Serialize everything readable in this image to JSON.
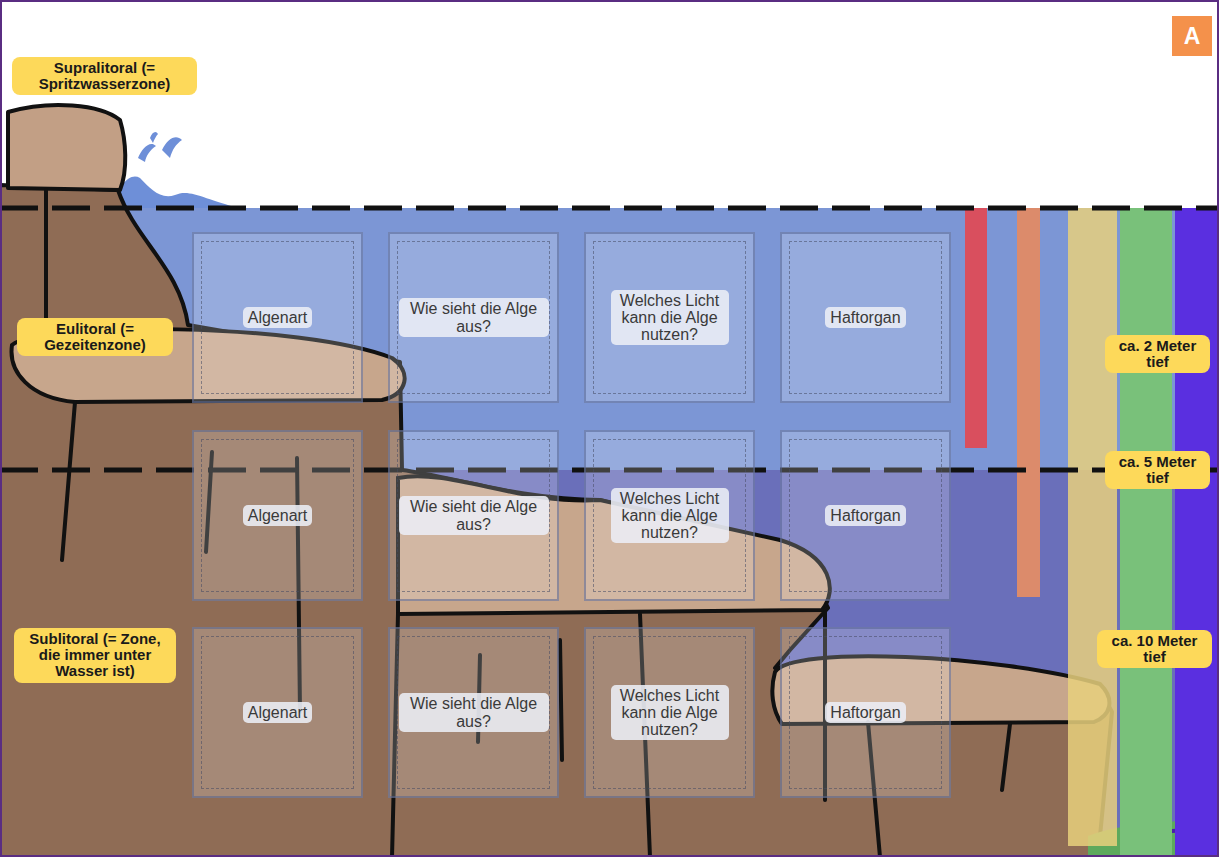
{
  "diagram": {
    "nodes": [
      {
        "text": [
          "Algenart"
        ]
      },
      {
        "text": [
          "Wie sieht die Alge aus?"
        ]
      },
      {
        "text": [
          "Welches Licht kann die Alge nutzen?"
        ]
      },
      {
        "text": [
          "Haftorgan"
        ]
      },
      {
        "text": [
          "Algenart"
        ]
      },
      {
        "text": [
          "Wie sieht die Alge aus?"
        ]
      },
      {
        "text": [
          "Welches Licht kann die Alge nutzen?"
        ]
      },
      {
        "text": [
          "Haftorgan"
        ]
      },
      {
        "text": [
          "Algenart"
        ]
      },
      {
        "text": [
          "Wie sieht die Alge aus?"
        ]
      },
      {
        "text": [
          "Welches Licht kann die Alge nutzen?"
        ]
      },
      {
        "text": [
          "Haftorgan"
        ]
      }
    ],
    "labels": [
      "A",
      "Supralitoral (= Spritzwasserzone)",
      "Eulitoral (= Gezeitenzone)",
      "ca. 2 Meter tief",
      "ca. 5 Meter tief",
      "Sublitoral (= Zone, die immer unter Wasser ist)",
      "ca. 10 Meter tief"
    ]
  }
}
